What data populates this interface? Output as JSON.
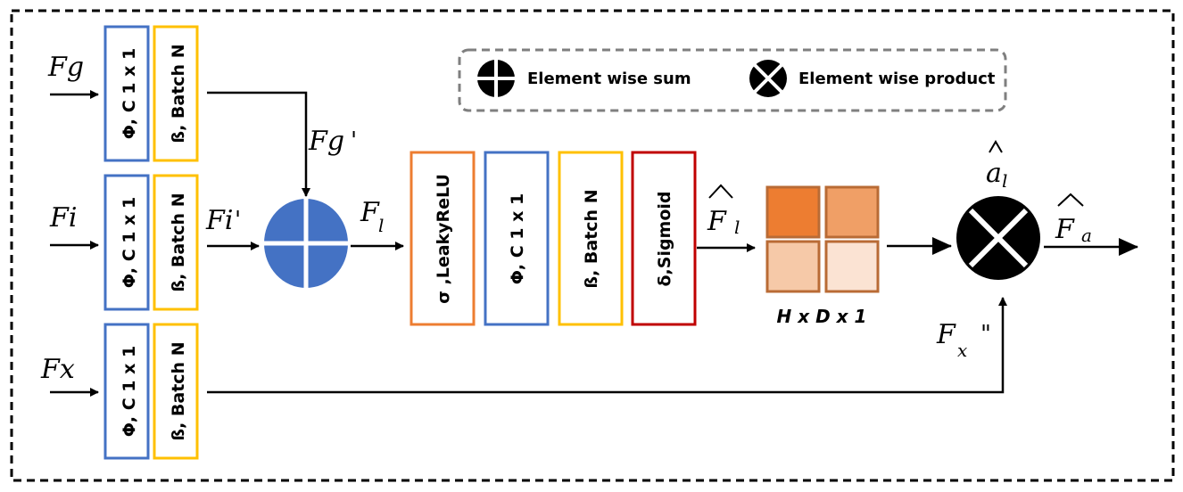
{
  "legend": {
    "sum_label": "Element wise sum",
    "product_label": "Element wise product"
  },
  "inputs": {
    "fg": "Fg",
    "fi": "Fi",
    "fx": "Fx"
  },
  "blocks": {
    "conv": "Φ, C 1 x 1",
    "bn": "ß, Batch N",
    "leaky": "σ ,LeakyReLU",
    "sigmoid": "δ,Sigmoid"
  },
  "signals": {
    "fg_prime": "Fg",
    "fi_prime": "Fi",
    "prime_mark": "'",
    "double_prime_mark": "\"",
    "f_base": "F",
    "sub_l": "l",
    "sub_a": "a",
    "sub_x": "x",
    "a_base": "a",
    "hat": "^"
  },
  "tensor": {
    "dims": "H x D x 1",
    "cell_colors": [
      "#ed7d31",
      "#f09f66",
      "#f6c9a8",
      "#fbe3d3"
    ],
    "border_color": "#b96b35"
  },
  "colors": {
    "conv": "#4472c4",
    "bn": "#ffc000",
    "leaky": "#ed7d31",
    "sigmoid": "#c00000",
    "sum_fill": "#4472c4"
  }
}
